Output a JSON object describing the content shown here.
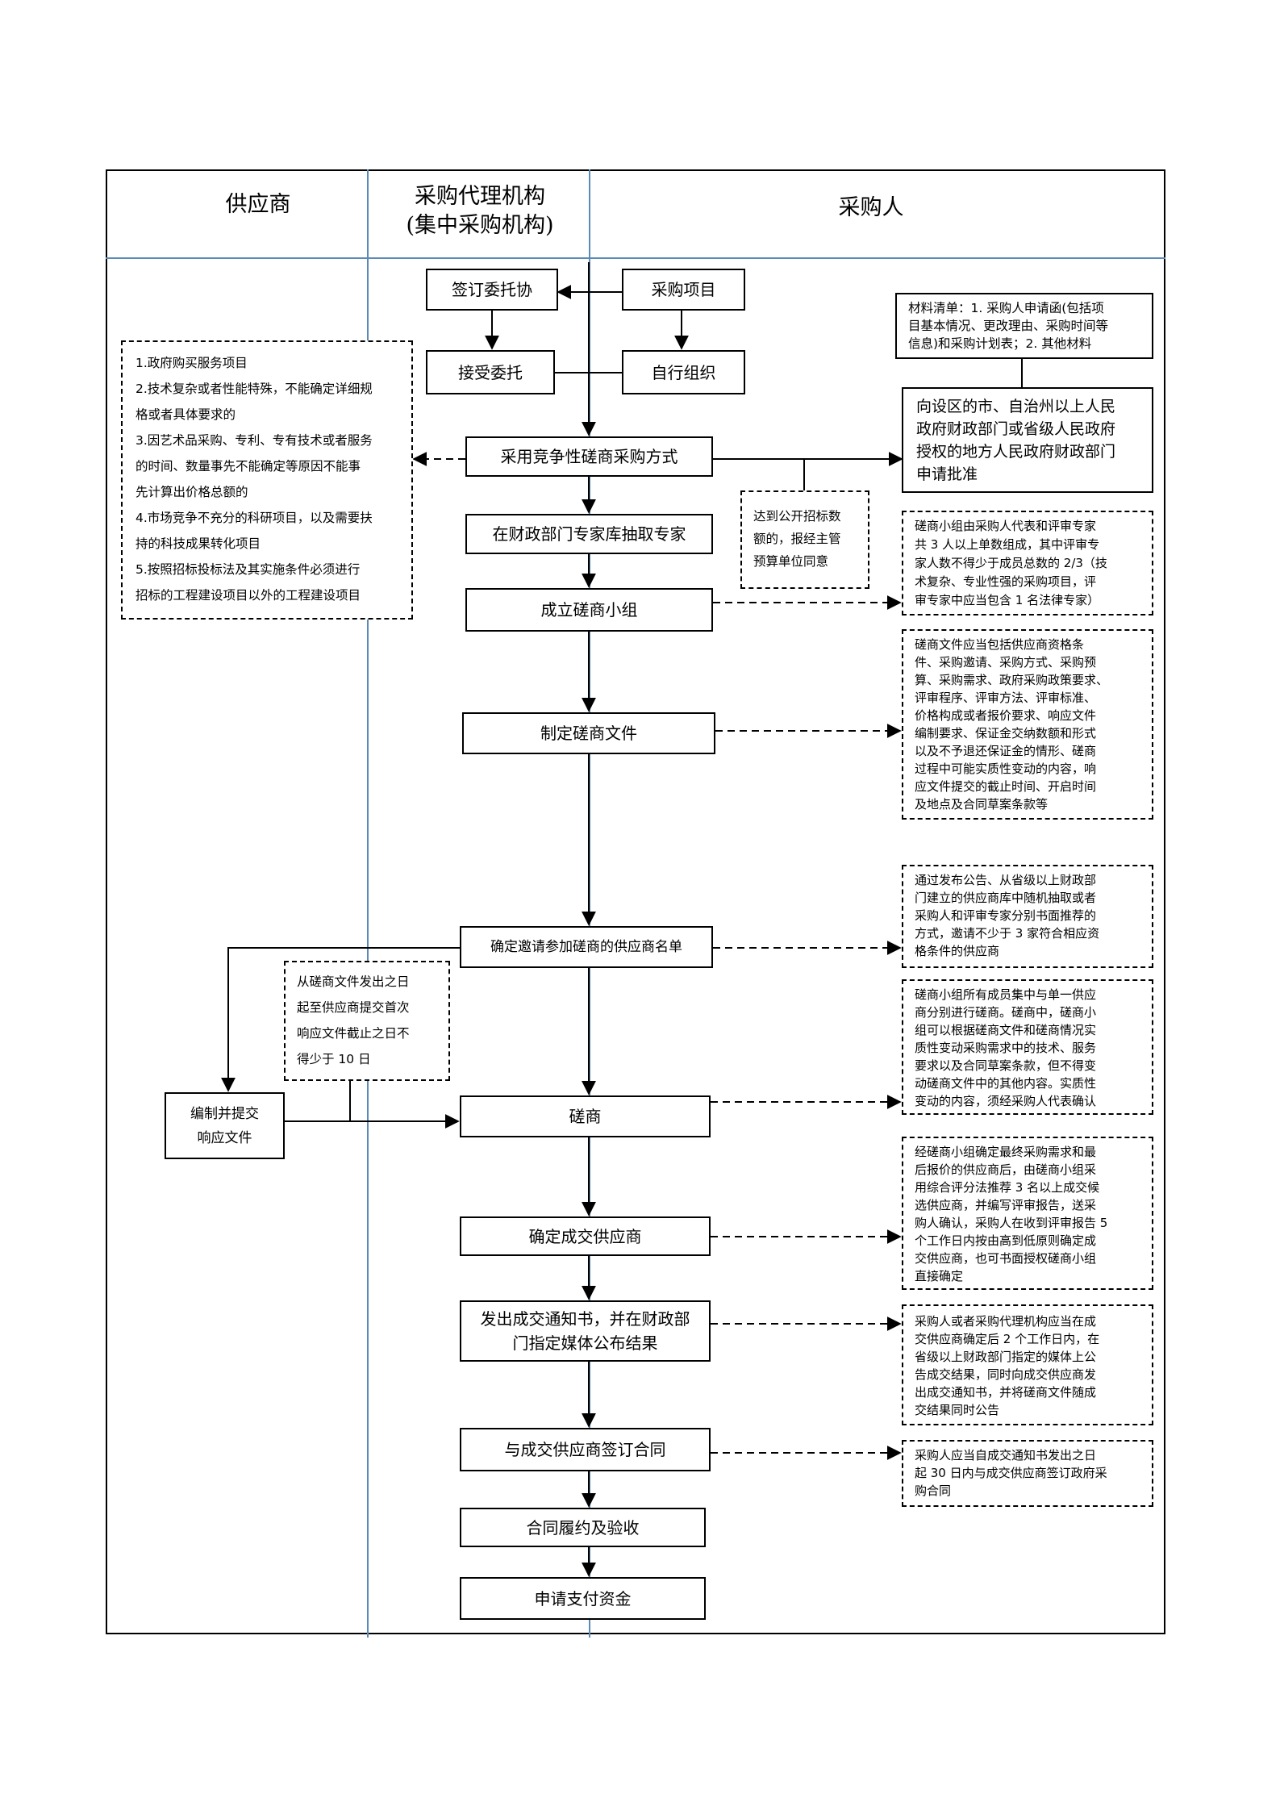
{
  "lanes": {
    "supplier": "供应商",
    "agency_line1": "采购代理机构",
    "agency_line2": "(集中采购机构)",
    "purchaser": "采购人"
  },
  "steps": {
    "sign_entrustment": "签订委托协",
    "purchase_project": "采购项目",
    "accept_entrustment": "接受委托",
    "self_organize": "自行组织",
    "adopt_method": "采用竞争性磋商采购方式",
    "draw_experts": "在财政部门专家库抽取专家",
    "form_panel": "成立磋商小组",
    "prepare_docs": "制定磋商文件",
    "determine_suppliers": "确定邀请参加磋商的供应商名单",
    "prepare_response_line1": "编制并提交",
    "prepare_response_line2": "响应文件",
    "consultation": "磋商",
    "determine_winner": "确定成交供应商",
    "issue_notice_line1": "发出成交通知书，并在财政部",
    "issue_notice_line2": "门指定媒体公布结果",
    "sign_contract": "与成交供应商签订合同",
    "contract_performance": "合同履约及验收",
    "apply_payment": "申请支付资金"
  },
  "notes": {
    "applicable_projects": [
      "1.政府购买服务项目",
      "2.技术复杂或者性能特殊，不能确定详细规",
      "格或者具体要求的",
      "3.因艺术品采购、专利、专有技术或者服务",
      "的时间、数量事先不能确定等原因不能事",
      "先计算出价格总额的",
      "4.市场竞争不充分的科研项目，以及需要扶",
      "持的科技成果转化项目",
      "5.按照招标投标法及其实施条件必须进行",
      "招标的工程建设项目以外的工程建设项目"
    ],
    "materials_list": [
      "材料清单：1. 采购人申请函(包括项",
      "目基本情况、更改理由、采购时间等",
      "信息)和采购计划表；2. 其他材料"
    ],
    "apply_approval": [
      "向设区的市、自治州以上人民",
      "政府财政部门或省级人民政府",
      "授权的地方人民政府财政部门",
      "申请批准"
    ],
    "public_tender_threshold": [
      "达到公开招标数",
      "额的，报经主管",
      "预算单位同意"
    ],
    "panel_composition": [
      "磋商小组由采购人代表和评审专家",
      "共 3 人以上单数组成，其中评审专",
      "家人数不得少于成员总数的 2/3（技",
      "术复杂、专业性强的采购项目，评",
      "审专家中应当包含 1 名法律专家）"
    ],
    "docs_content": [
      "磋商文件应当包括供应商资格条",
      "件、采购邀请、采购方式、采购预",
      "算、采购需求、政府采购政策要求、",
      "评审程序、评审方法、评审标准、",
      "价格构成或者报价要求、响应文件",
      "编制要求、保证金交纳数额和形式",
      "以及不予退还保证金的情形、磋商",
      "过程中可能实质性变动的内容，响",
      "应文件提交的截止时间、开启时间",
      "及地点及合同草案条款等"
    ],
    "invite_suppliers": [
      "通过发布公告、从省级以上财政部",
      "门建立的供应商库中随机抽取或者",
      "采购人和评审专家分别书面推荐的",
      "方式，邀请不少于 3 家符合相应资",
      "格条件的供应商"
    ],
    "response_deadline": [
      "从磋商文件发出之日",
      "起至供应商提交首次",
      "响应文件截止之日不",
      "得少于 10 日"
    ],
    "consultation_rules": [
      "磋商小组所有成员集中与单一供应",
      "商分别进行磋商。磋商中，磋商小",
      "组可以根据磋商文件和磋商情况实",
      "质性变动采购需求中的技术、服务",
      "要求以及合同草案条款，但不得变",
      "动磋商文件中的其他内容。实质性",
      "变动的内容，须经采购人代表确认"
    ],
    "winner_rules": [
      "经磋商小组确定最终采购需求和最",
      "后报价的供应商后，由磋商小组采",
      "用综合评分法推荐 3 名以上成交候",
      "选供应商，并编写评审报告，送采",
      "购人确认，采购人在收到评审报告 5",
      "个工作日内按由高到低原则确定成",
      "交供应商，也可书面授权磋商小组",
      "直接确定"
    ],
    "notice_rules": [
      "采购人或者采购代理机构应当在成",
      "交供应商确定后 2 个工作日内，在",
      "省级以上财政部门指定的媒体上公",
      "告成交结果，同时向成交供应商发",
      "出成交通知书，并将磋商文件随成",
      "交结果同时公告"
    ],
    "contract_rules": [
      "采购人应当自成交通知书发出之日",
      "起 30 日内与成交供应商签订政府采",
      "购合同"
    ]
  },
  "colors": {
    "lane_divider": "#5b8ab6",
    "line": "#000000"
  }
}
